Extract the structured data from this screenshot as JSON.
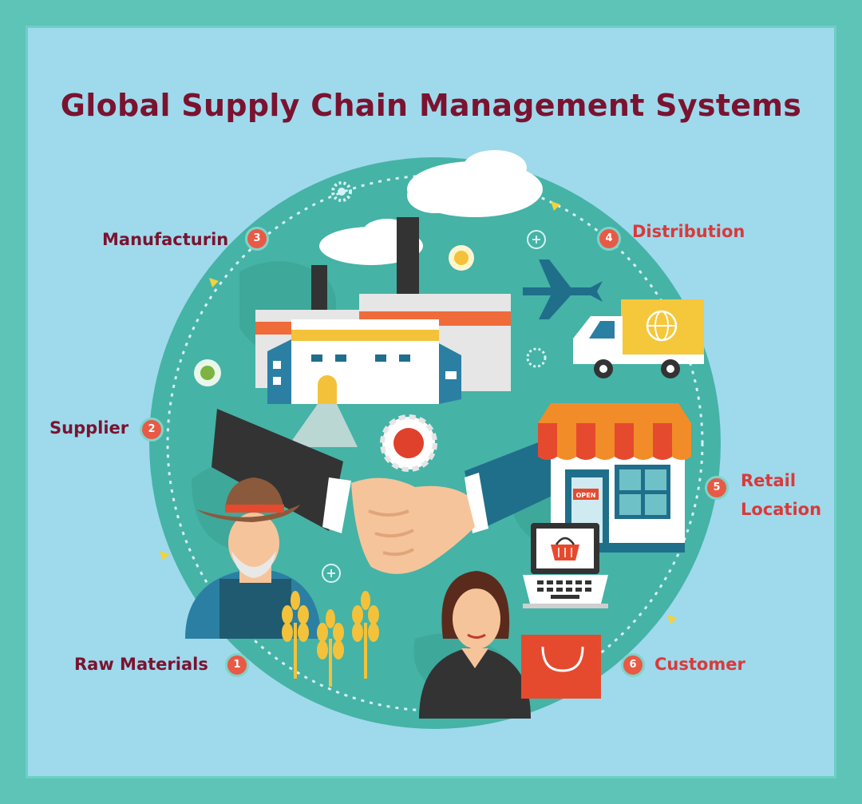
{
  "title": "Global Supply Chain Management Systems",
  "steps": [
    {
      "number": "1",
      "label": "Raw Materials"
    },
    {
      "number": "2",
      "label": "Supplier"
    },
    {
      "number": "3",
      "label": "Manufacturin"
    },
    {
      "number": "4",
      "label": "Distribution"
    },
    {
      "number": "5",
      "label_line1": "Retail",
      "label_line2": "Location"
    },
    {
      "number": "6",
      "label": "Customer"
    }
  ],
  "store_sign": "OPEN",
  "colors": {
    "outer_border": "#5fc4b8",
    "panel_bg": "#9fd9ec",
    "globe": "#45b3a6",
    "title": "#7a1330",
    "step_label_dark": "#7a1330",
    "step_label_red": "#d93a3a",
    "badge": "#e85a45",
    "truck_box": "#f5c73b",
    "awning_orange": "#f28c28",
    "awning_red": "#e64a2e",
    "suit_dark": "#333333",
    "suit_blue": "#1f6f8b"
  },
  "icons": [
    "gear-icon",
    "plus-icon",
    "airplane-icon",
    "globe-icon",
    "shopping-basket-icon",
    "shopping-bag-icon",
    "wheat-icon",
    "cloud-icon",
    "sun-gear-icon"
  ]
}
